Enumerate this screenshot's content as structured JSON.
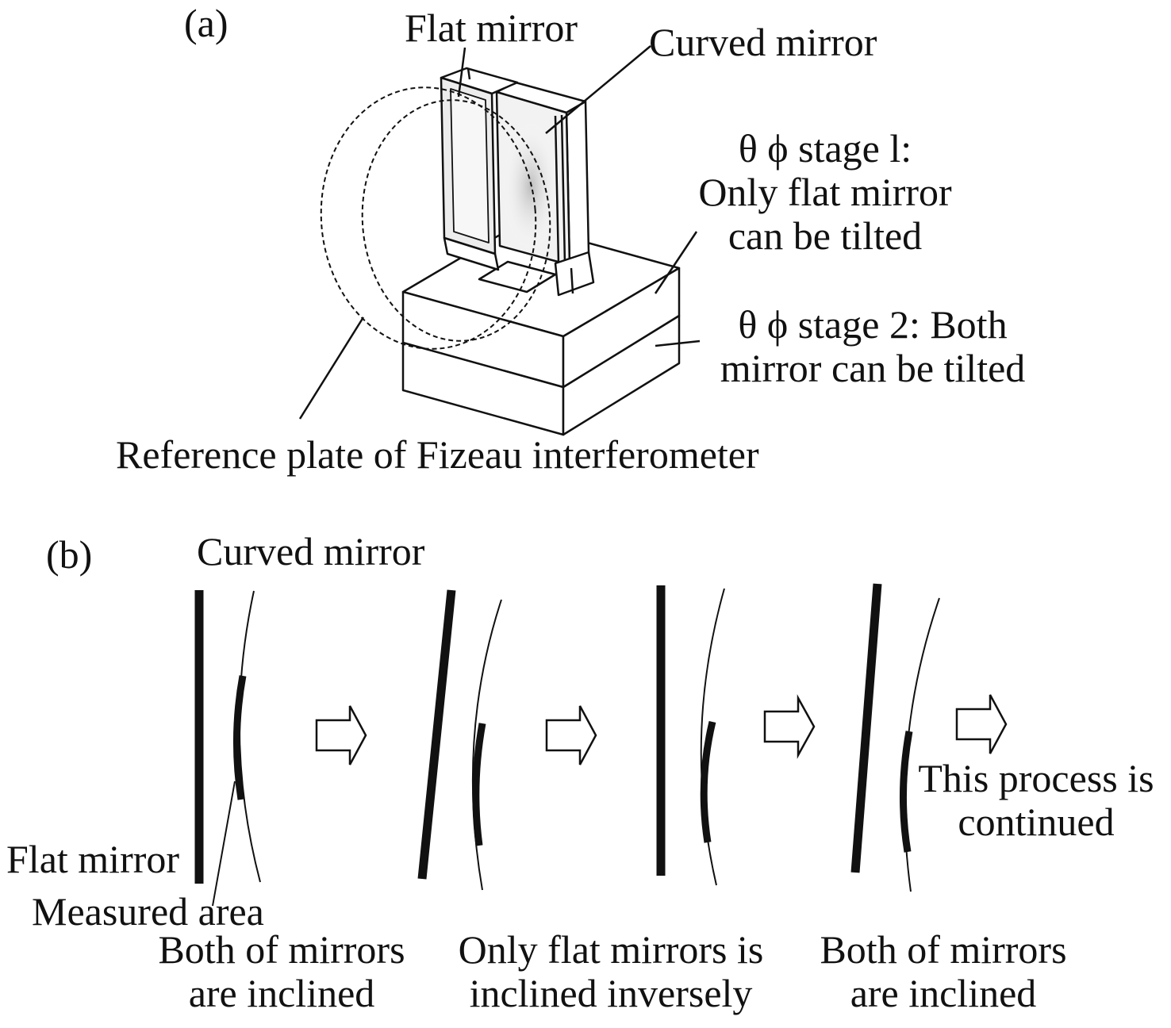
{
  "panel_a": {
    "label": "(a)",
    "flat_mirror": "Flat mirror",
    "curved_mirror": "Curved mirror",
    "stage1": {
      "symbols": "θ ϕ",
      "line1": "stage l:",
      "line2": "Only flat mirror",
      "line3": "can be tilted"
    },
    "stage2": {
      "symbols": "θ ϕ",
      "line1": "stage 2: Both",
      "line2": "mirror can be tilted"
    },
    "reference_plate": "Reference plate of Fizeau interferometer"
  },
  "panel_b": {
    "label": "(b)",
    "curved_mirror": "Curved mirror",
    "flat_mirror": "Flat mirror",
    "measured_area": "Measured area",
    "steps": [
      {
        "line1": "Both of mirrors",
        "line2": "are inclined"
      },
      {
        "line1": "Only flat mirrors is",
        "line2": "inclined inversely"
      },
      {
        "line1": "Both of mirrors",
        "line2": "are inclined"
      }
    ],
    "continued": {
      "line1": "This process is",
      "line2": "continued"
    }
  },
  "colors": {
    "ink": "#111111",
    "mirror_fill": "#e9e9e9",
    "shade": "#bdbdbd"
  }
}
